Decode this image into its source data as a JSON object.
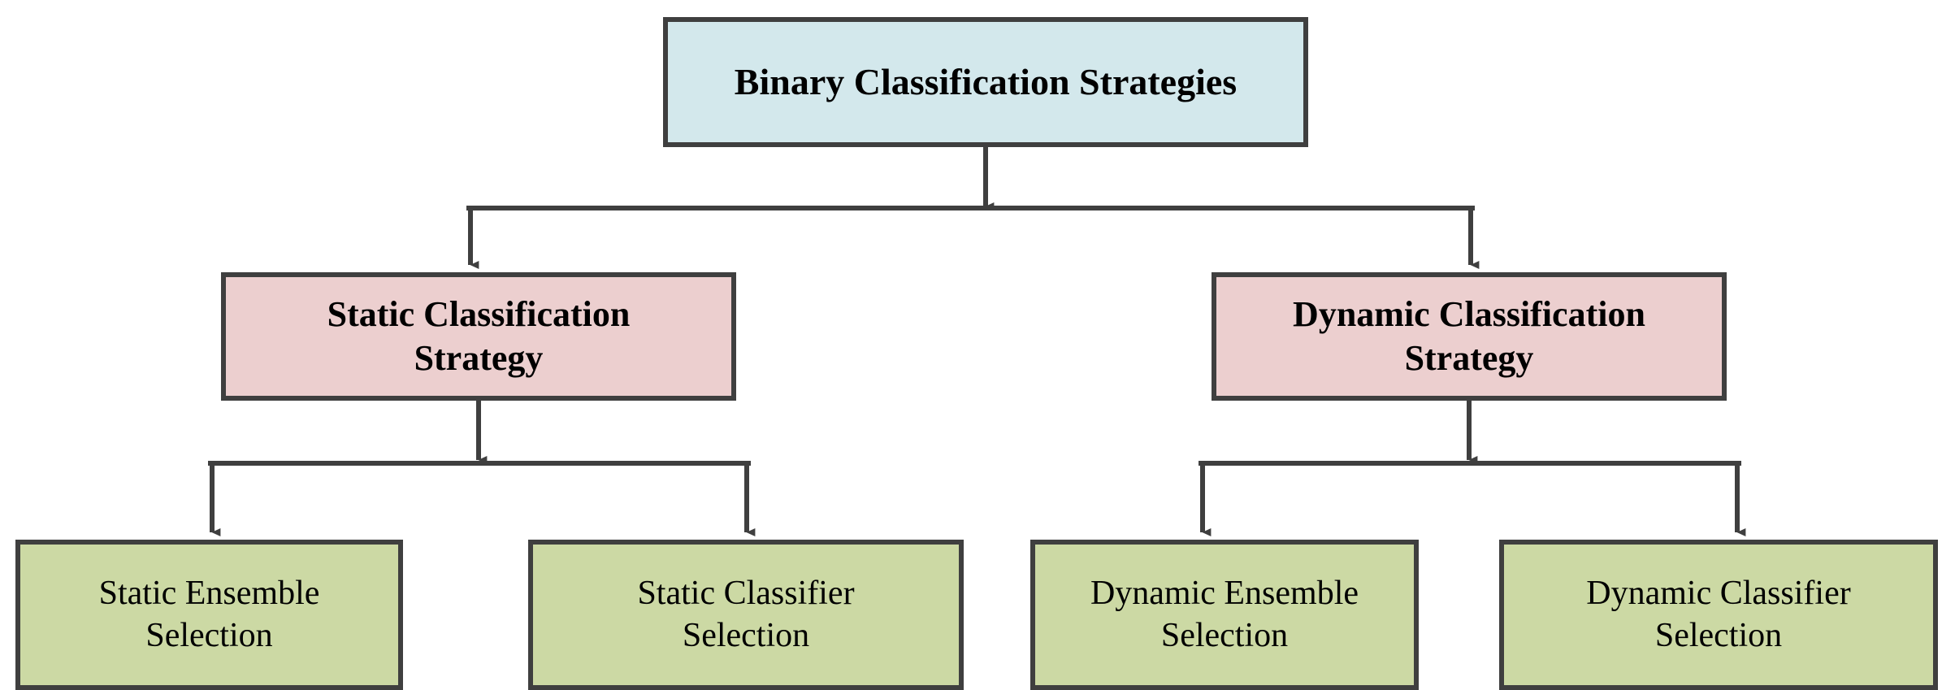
{
  "diagram": {
    "title_text": "Binary Classification Strategies",
    "type": "hierarchy-tree",
    "colors": {
      "root_fill": "#d3e8ec",
      "branch_fill": "#eccfcf",
      "leaf_fill": "#ccd9a4",
      "border": "#3f3f3f",
      "connector": "#3f3f3f",
      "text": "#000000",
      "background": "#ffffff"
    },
    "nodes": {
      "root": {
        "label": "Binary Classification Strategies"
      },
      "branches": [
        {
          "label": "Static Classification\nStrategy"
        },
        {
          "label": "Dynamic Classification\nStrategy"
        }
      ],
      "leaves": [
        {
          "label": "Static Ensemble\nSelection"
        },
        {
          "label": "Static Classifier\nSelection"
        },
        {
          "label": "Dynamic Ensemble\nSelection"
        },
        {
          "label": "Dynamic Classifier\nSelection"
        }
      ]
    }
  }
}
